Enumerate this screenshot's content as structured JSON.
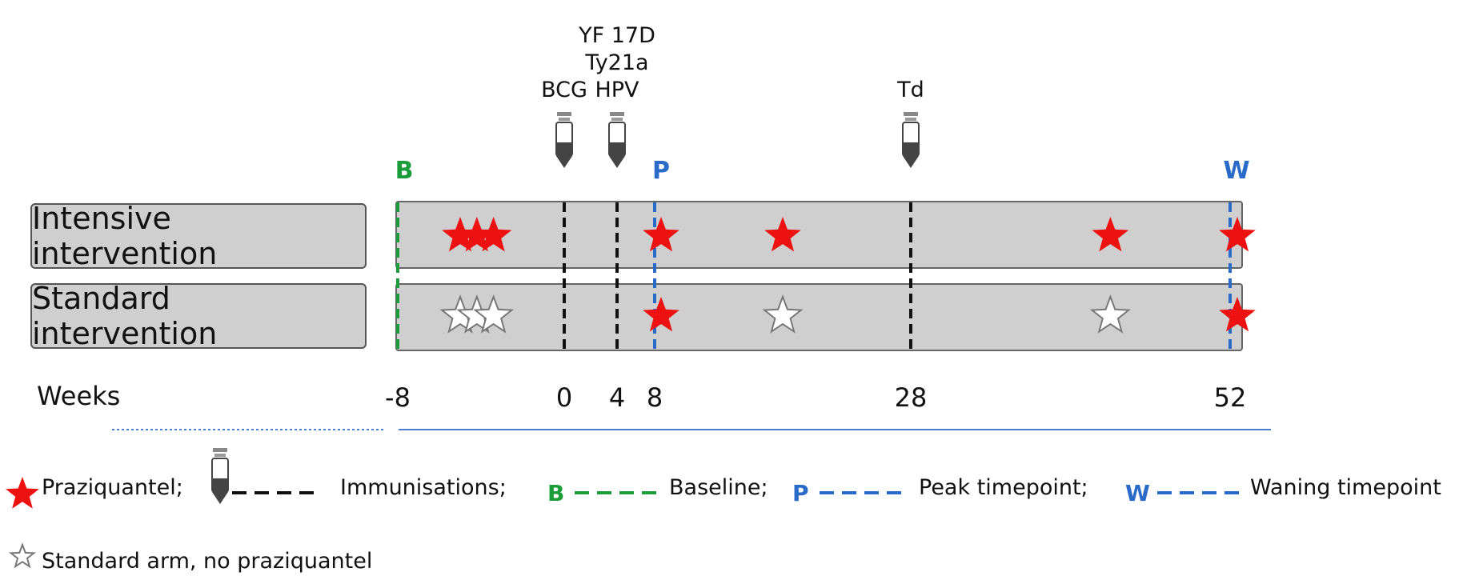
{
  "arms": [
    {
      "label": "Intensive intervention",
      "stars": [
        "filled",
        "filled",
        "filled",
        "filled",
        "filled",
        "filled",
        "filled"
      ]
    },
    {
      "label": "Standard intervention",
      "stars": [
        "open",
        "open",
        "open",
        "filled",
        "open",
        "open",
        "filled"
      ]
    }
  ],
  "star_weeks": [
    -5,
    -4.2,
    -3.4,
    8.5,
    18,
    43,
    53
  ],
  "vaccinations": [
    {
      "week": 0,
      "lines": [
        "BCG"
      ]
    },
    {
      "week": 4,
      "lines": [
        "YF 17D",
        "Ty21a",
        "HPV"
      ]
    },
    {
      "week": 28,
      "lines": [
        "Td"
      ]
    }
  ],
  "timepoints": [
    {
      "letter": "B",
      "week": -8,
      "color": "#1a9c3a"
    },
    {
      "letter": "P",
      "week": 8,
      "color": "#2a6ac8"
    },
    {
      "letter": "W",
      "week": 52,
      "color": "#2a6ac8"
    }
  ],
  "weeks_title": "Weeks",
  "week_ticks": [
    -8,
    0,
    4,
    8,
    28,
    52
  ],
  "legend": {
    "praziquantel": "Praziquantel;",
    "immunisations": "Immunisations;",
    "baseline_letter": "B",
    "baseline": "Baseline;",
    "peak_letter": "P",
    "peak": "Peak timepoint;",
    "waning_letter": "W",
    "waning": "Waning timepoint",
    "standard_arm": "Standard arm, no praziquantel"
  },
  "colors": {
    "star_red": "#ee1111",
    "baseline_green": "#1a9c3a",
    "timepoint_blue": "#2a6ac8",
    "bar_grey": "#cfcfcf"
  },
  "icons": [
    "red-star-icon",
    "open-star-icon",
    "syringe-vial-icon"
  ]
}
